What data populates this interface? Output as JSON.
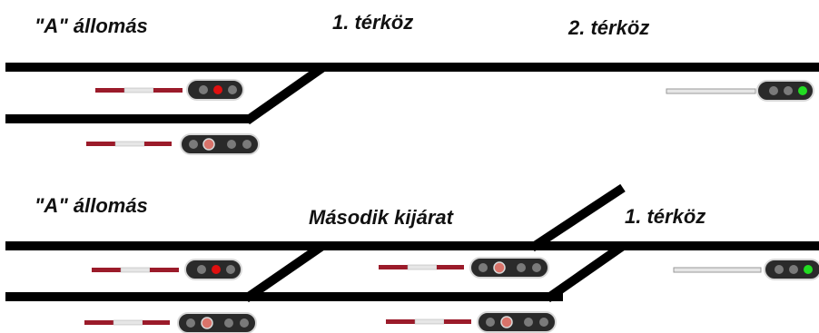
{
  "colors": {
    "track": "#000000",
    "signal_body": "#2a2a2a",
    "signal_outline": "#d8d8d8",
    "lamp_off": "#7a7a7a",
    "lamp_red": "#e01010",
    "lamp_red_dim": "#d9736a",
    "lamp_green": "#22dd22",
    "barrier_red": "#9b1b2a",
    "barrier_white": "#e6e6e6",
    "background": "#ffffff"
  },
  "top_diagram": {
    "station_label": "\"A\" állomás",
    "block1_label": "1. térköz",
    "block2_label": "2. térköz",
    "signals": [
      {
        "name": "exit-signal-main",
        "heads": 1,
        "lamps": [
          "off",
          "red",
          "off"
        ],
        "barrier": "red-white"
      },
      {
        "name": "exit-signal-siding",
        "heads": 2,
        "lamps": [
          "off",
          "red_dim",
          "off",
          "off"
        ],
        "barrier": "red-white"
      },
      {
        "name": "block-signal-2",
        "heads": 1,
        "lamps": [
          "off",
          "off",
          "green"
        ],
        "barrier": "grey"
      }
    ]
  },
  "bottom_diagram": {
    "station_label": "\"A\" állomás",
    "second_exit_label": "Második kijárat",
    "block1_label": "1. térköz",
    "signals": [
      {
        "name": "exit-signal-main",
        "heads": 1,
        "lamps": [
          "off",
          "red",
          "off"
        ],
        "barrier": "red-white"
      },
      {
        "name": "exit-signal-siding",
        "heads": 2,
        "lamps": [
          "off",
          "red_dim",
          "off",
          "off"
        ],
        "barrier": "red-white"
      },
      {
        "name": "second-exit-signal-main",
        "heads": 2,
        "lamps": [
          "off",
          "red_dim",
          "off",
          "off"
        ],
        "barrier": "red-white"
      },
      {
        "name": "second-exit-signal-siding",
        "heads": 2,
        "lamps": [
          "off",
          "red_dim",
          "off",
          "off"
        ],
        "barrier": "red-white"
      },
      {
        "name": "block-signal-1",
        "heads": 1,
        "lamps": [
          "off",
          "off",
          "green"
        ],
        "barrier": "grey"
      }
    ]
  }
}
